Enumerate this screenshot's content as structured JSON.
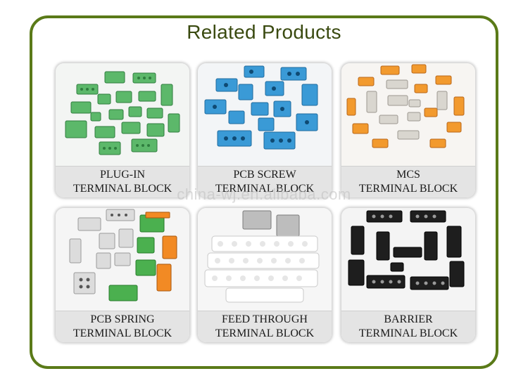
{
  "heading": "Related Products",
  "watermark": "china-wj.en.alibaba.com",
  "colors": {
    "frame": "#5a7a18",
    "title": "#3a4a10"
  },
  "products": [
    {
      "line1": "PLUG-IN",
      "line2": "TERMINAL BLOCK",
      "image": "green-plug-in-terminal-blocks"
    },
    {
      "line1": "PCB SCREW",
      "line2": "TERMINAL BLOCK",
      "image": "blue-pcb-screw-terminal-blocks"
    },
    {
      "line1": "MCS",
      "line2": "TERMINAL BLOCK",
      "image": "orange-gray-mcs-terminal-blocks"
    },
    {
      "line1": "PCB SPRING",
      "line2": "TERMINAL BLOCK",
      "image": "gray-orange-green-spring-terminal-blocks"
    },
    {
      "line1": "FEED THROUGH",
      "line2": "TERMINAL BLOCK",
      "image": "white-feed-through-terminal-blocks"
    },
    {
      "line1": "BARRIER",
      "line2": "TERMINAL BLOCK",
      "image": "black-barrier-terminal-blocks"
    }
  ]
}
